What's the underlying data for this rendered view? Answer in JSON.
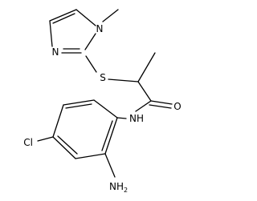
{
  "molecule": {
    "atoms": {
      "n_methyl": "N",
      "n_ring": "N",
      "s": "S",
      "o": "O",
      "nh": "NH",
      "cl": "Cl",
      "nh2": "NH",
      "nh2_sub": "2"
    }
  }
}
